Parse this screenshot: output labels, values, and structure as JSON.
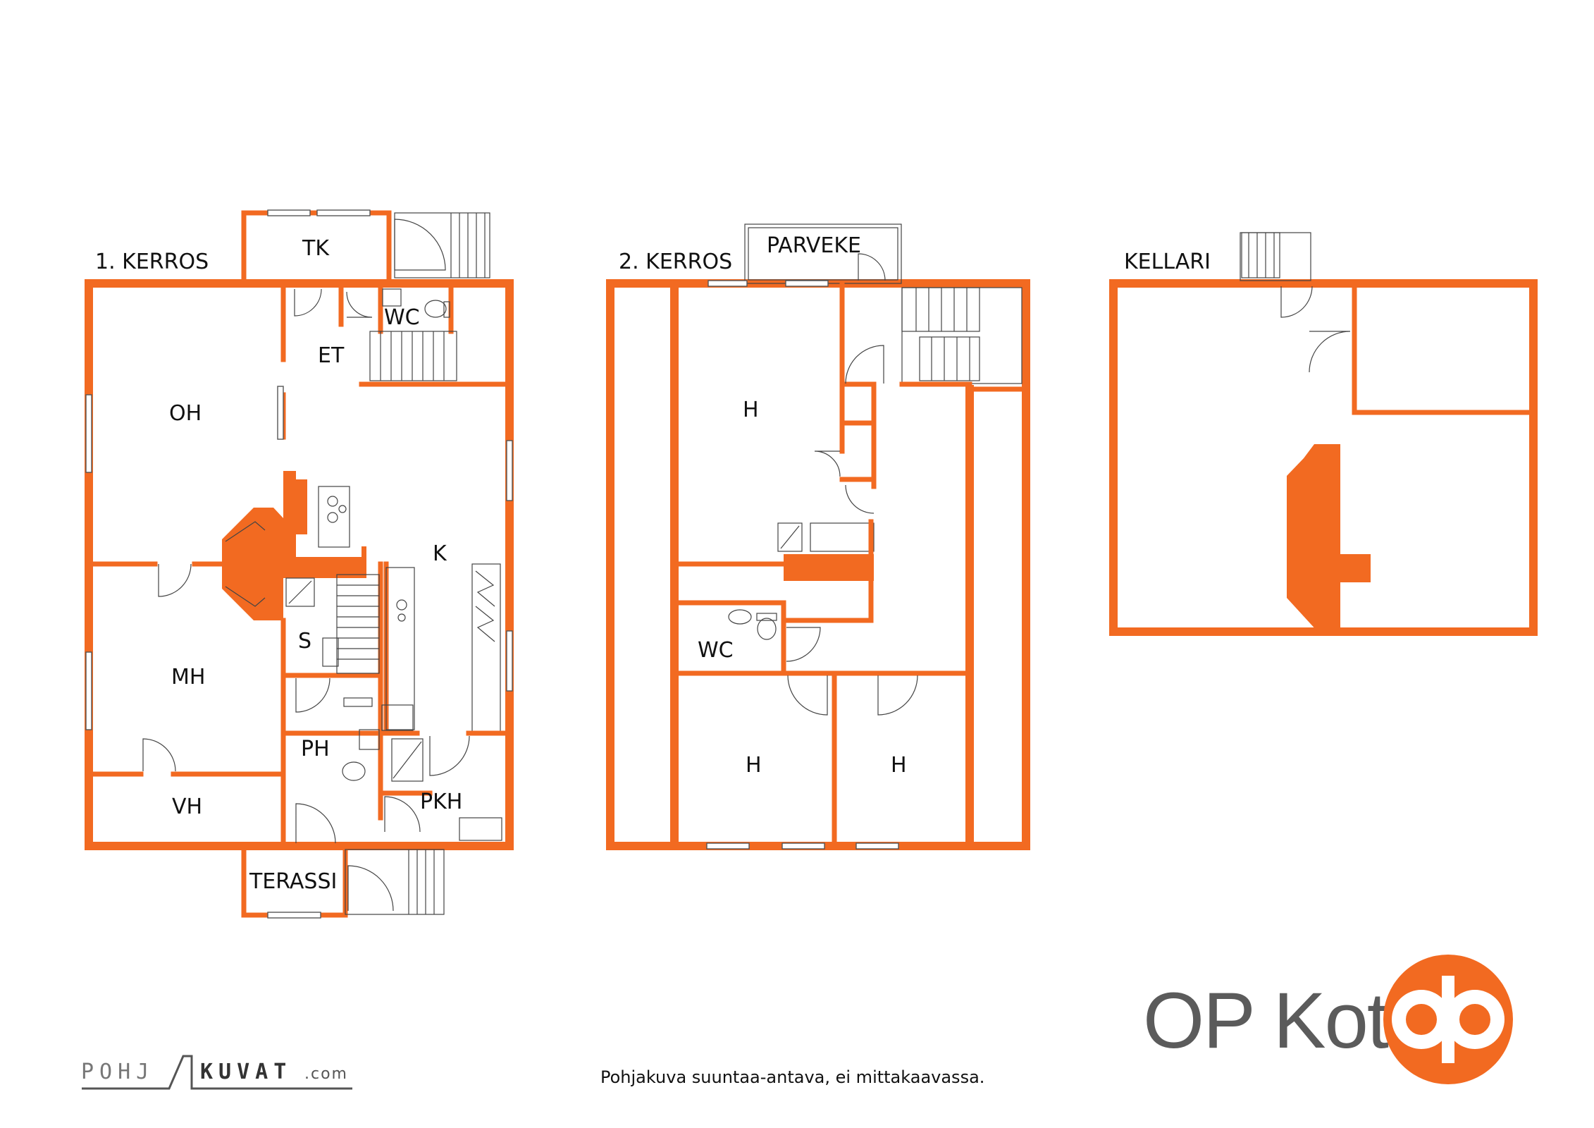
{
  "floors": {
    "first": {
      "title": "1. KERROS",
      "rooms": {
        "tk": "TK",
        "wc": "WC",
        "et": "ET",
        "oh": "OH",
        "k": "K",
        "s": "S",
        "mh": "MH",
        "ph": "PH",
        "pkh": "PKH",
        "vh": "VH",
        "terassi": "TERASSI"
      }
    },
    "second": {
      "title": "2. KERROS",
      "rooms": {
        "parveke": "PARVEKE",
        "h1": "H",
        "wc": "WC",
        "h2": "H",
        "h3": "H"
      }
    },
    "cellar": {
      "title": "KELLARI"
    }
  },
  "footer": {
    "disclaimer": "Pohjakuva suuntaa-antava, ei mittakaavassa.",
    "brand_text": "OP Koti",
    "pohjakuvat_left": "POHJ",
    "pohjakuvat_right": "KUVAT",
    "pohjakuvat_domain": ".com"
  },
  "colors": {
    "wall": "#F26A21",
    "brand_text": "#5b5b5b",
    "text": "#111111"
  }
}
